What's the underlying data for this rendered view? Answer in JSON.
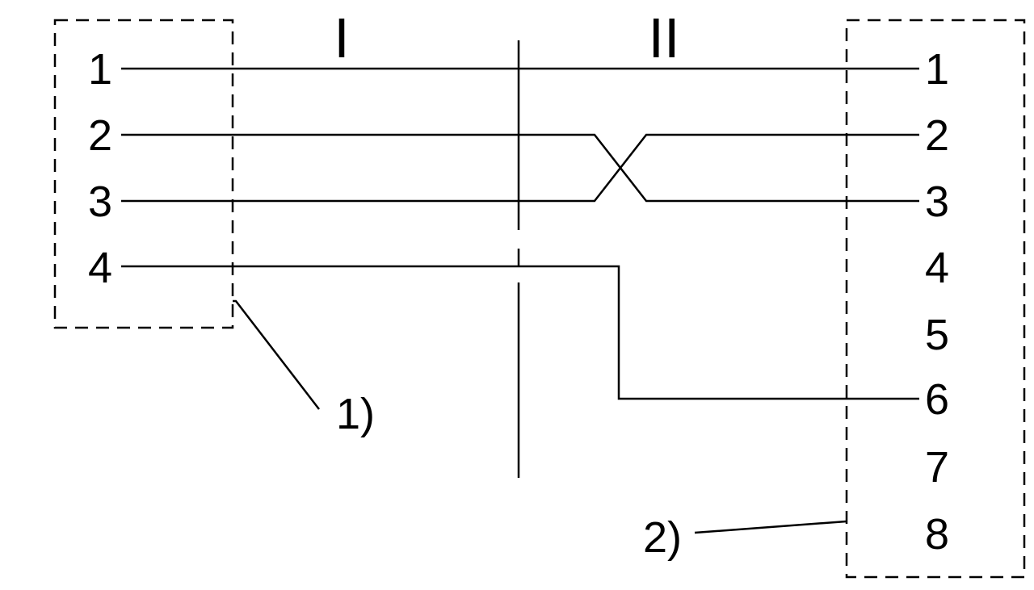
{
  "sections": {
    "left": "I",
    "right": "II"
  },
  "connector_left": {
    "pins": [
      "1",
      "2",
      "3",
      "4"
    ],
    "label": "1)"
  },
  "connector_right": {
    "pins": [
      "1",
      "2",
      "3",
      "4",
      "5",
      "6",
      "7",
      "8"
    ],
    "label": "2)"
  },
  "colors": {
    "line": "#000000",
    "background": "#ffffff"
  }
}
